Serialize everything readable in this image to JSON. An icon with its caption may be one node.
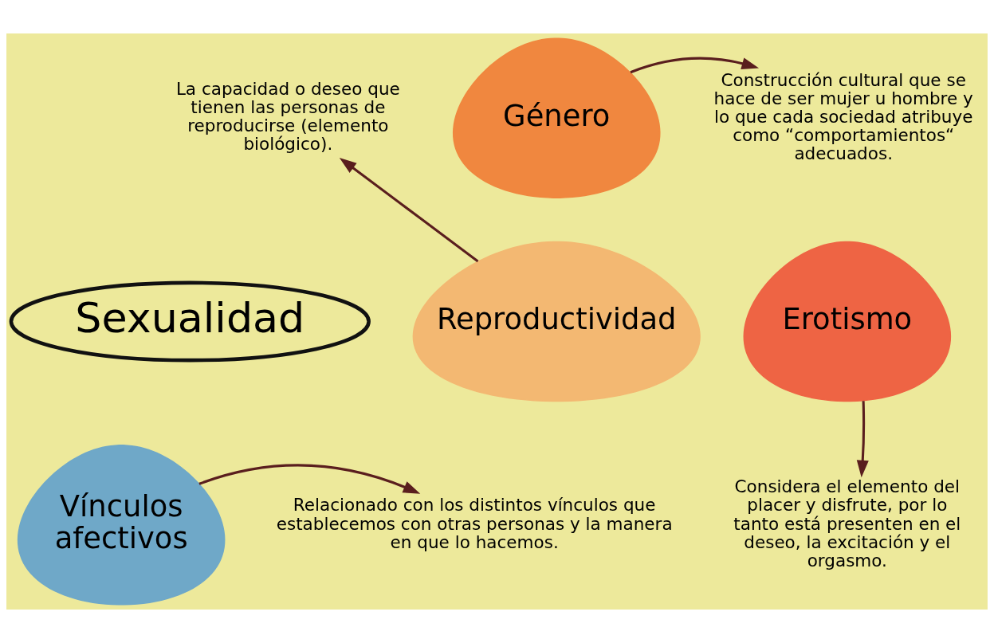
{
  "diagram": {
    "nodes": [
      {
        "text": [
          "Sexualidad"
        ]
      },
      {
        "text": [
          "La capacidad o deseo que tienen las personas de reproducirse (elemento biológico)."
        ]
      },
      {
        "text": [
          "Género"
        ]
      },
      {
        "text": [
          "Construcción cultural que se hace de ser mujer u hombre y lo que cada sociedad atribuye como “comportamientos“ adecuados."
        ]
      },
      {
        "text": [
          "Reproductividad"
        ]
      },
      {
        "text": [
          "Erotismo"
        ]
      },
      {
        "text": [
          "Vínculos afectivos"
        ]
      },
      {
        "text": [
          "Considera el elemento del placer y disfrute, por lo tanto está presenten en el deseo, la excitación y el orgasmo."
        ]
      },
      {
        "text": [
          "Relacionado con los distintos vínculos que establecemos con otras personas y la manera en que lo hacemos."
        ]
      }
    ],
    "edges": [
      {
        "from": 4,
        "to": 1,
        "arrow": "to"
      },
      {
        "from": 2,
        "to": 3,
        "arrow": "to"
      },
      {
        "from": 5,
        "to": 7,
        "arrow": "to"
      },
      {
        "from": 6,
        "to": 8,
        "arrow": "to"
      }
    ]
  }
}
